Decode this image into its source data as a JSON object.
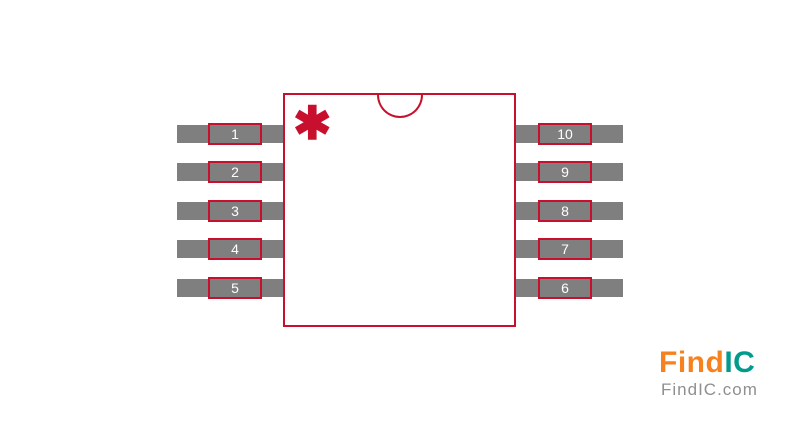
{
  "diagram": {
    "pin1_marker": "✱",
    "pins": {
      "left": [
        "1",
        "2",
        "3",
        "4",
        "5"
      ],
      "right": [
        "10",
        "9",
        "8",
        "7",
        "6"
      ]
    }
  },
  "colors": {
    "outline_red": "#C8102E",
    "lead_gray": "#7F7F7F",
    "pin_text": "#FFFFFF",
    "logo_orange": "#F5821F",
    "logo_teal": "#009B8D"
  },
  "branding": {
    "logo_part1": "Find",
    "logo_part2": "IC",
    "site": "FindIC.com"
  }
}
